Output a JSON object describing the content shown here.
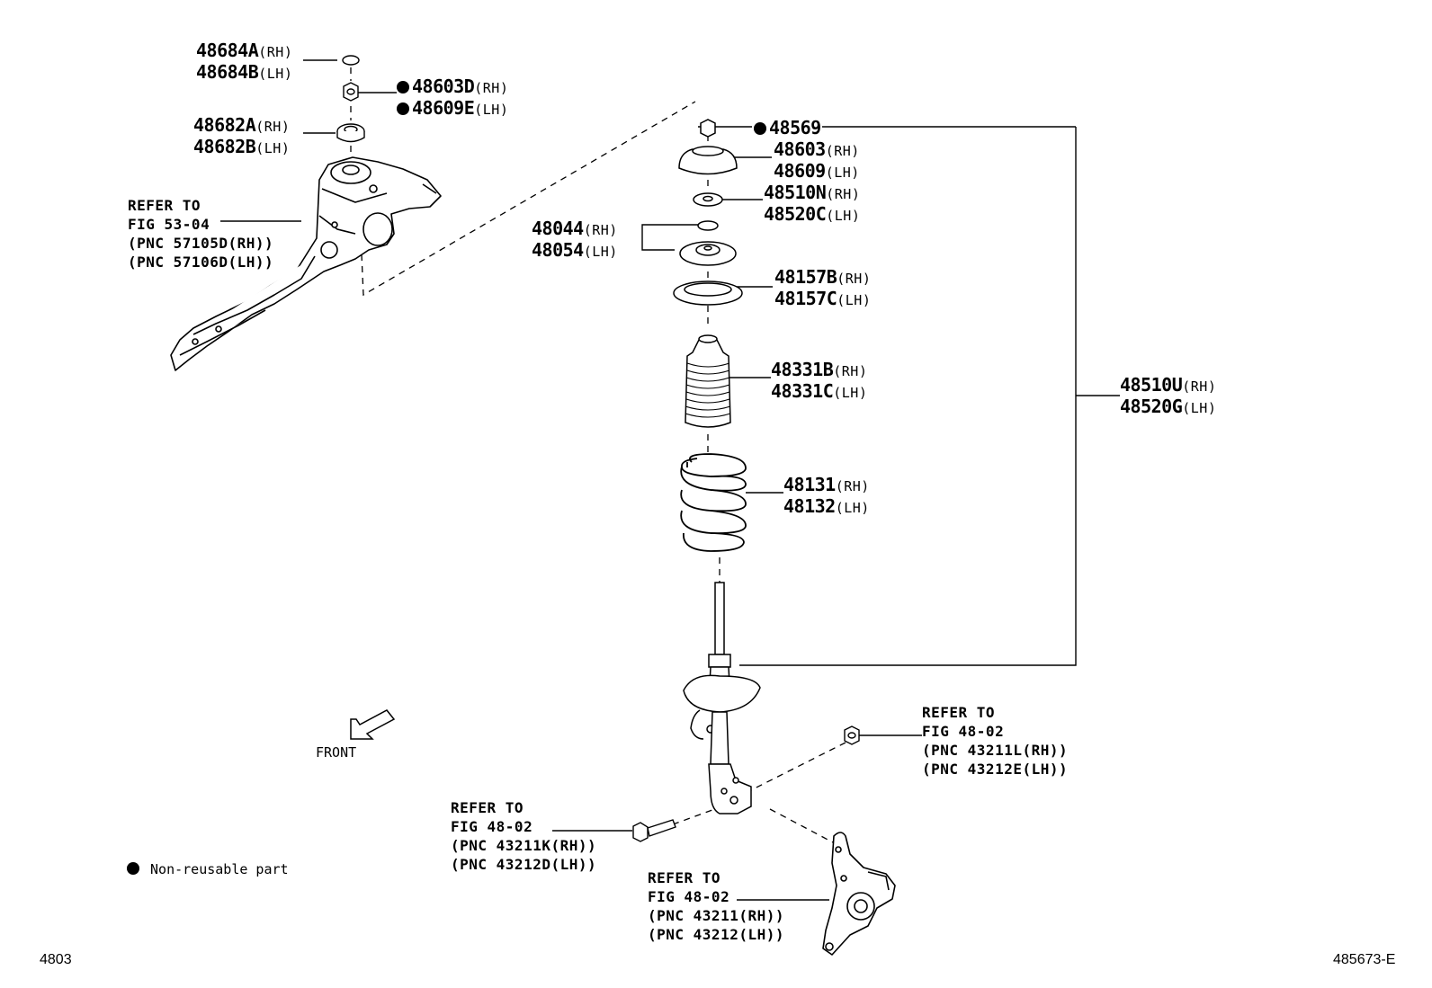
{
  "parts": {
    "p48684": {
      "rh": "48684A",
      "lh": "48684B"
    },
    "p48603D": {
      "rh": "48603D",
      "lh": "48609E"
    },
    "p48682": {
      "rh": "48682A",
      "lh": "48682B"
    },
    "p48569": {
      "num": "48569"
    },
    "p48603": {
      "rh": "48603",
      "lh": "48609"
    },
    "p48510N": {
      "rh": "48510N",
      "lh": "48520C"
    },
    "p48044": {
      "rh": "48044",
      "lh": "48054"
    },
    "p48157": {
      "rh": "48157B",
      "lh": "48157C"
    },
    "p48331": {
      "rh": "48331B",
      "lh": "48331C"
    },
    "p48131": {
      "rh": "48131",
      "lh": "48132"
    },
    "p48510U": {
      "rh": "48510U",
      "lh": "48520G"
    }
  },
  "sides": {
    "rh": "(RH)",
    "lh": "(LH)"
  },
  "refs": {
    "body": [
      "REFER TO",
      "FIG 53-04",
      "(PNC 57105D(RH))",
      "(PNC 57106D(LH))"
    ],
    "nut": [
      "REFER TO",
      "FIG 48-02",
      "(PNC 43211L(RH))",
      "(PNC 43212E(LH))"
    ],
    "bolt": [
      "REFER TO",
      "FIG 48-02",
      "(PNC 43211K(RH))",
      "(PNC 43212D(LH))"
    ],
    "knuckle": [
      "REFER TO",
      "FIG 48-02",
      "(PNC 43211(RH))",
      "(PNC 43212(LH))"
    ]
  },
  "front_label": "FRONT",
  "legend": "Non-reusable part",
  "fig_code": "4803",
  "diagram_code": "485673-E"
}
